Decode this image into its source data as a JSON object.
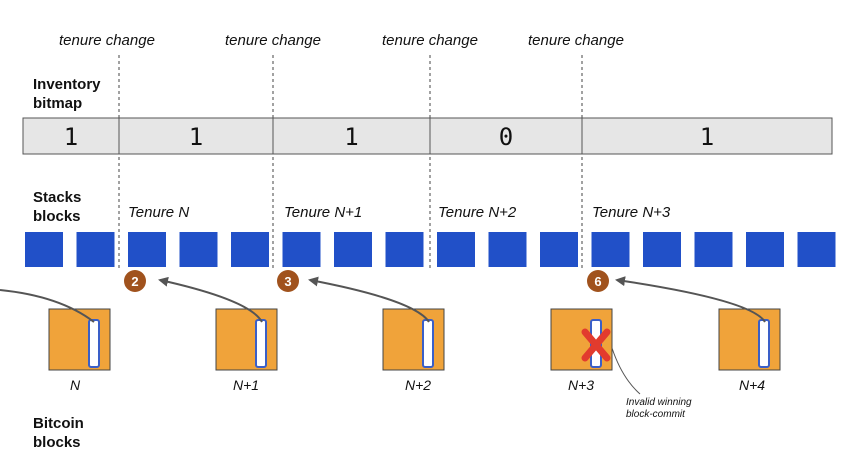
{
  "tenure_change_label": "tenure change",
  "sections": {
    "inventory": [
      "Inventory",
      "bitmap"
    ],
    "stacks": [
      "Stacks",
      "blocks"
    ],
    "bitcoin": [
      "Bitcoin",
      "blocks"
    ]
  },
  "bitmap_cells": [
    "1",
    "1",
    "1",
    "0",
    "1"
  ],
  "tenures": [
    "Tenure N",
    "Tenure N+1",
    "Tenure N+2",
    "Tenure N+3"
  ],
  "stacks_block_count": 16,
  "bitcoin_blocks": [
    {
      "label": "N",
      "invalid": false
    },
    {
      "label": "N+1",
      "invalid": false
    },
    {
      "label": "N+2",
      "invalid": false
    },
    {
      "label": "N+3",
      "invalid": true
    },
    {
      "label": "N+4",
      "invalid": false
    }
  ],
  "commit_badges": [
    "2",
    "3",
    "6"
  ],
  "invalid_note": [
    "Invalid winning",
    "block-commit"
  ],
  "colors": {
    "stacks_block": "#2150c8",
    "bitcoin_block": "#f0a33a",
    "badge": "#a0521d",
    "invalid_x": "#e23b2e",
    "bitmap_fill": "#e6e6e6"
  }
}
